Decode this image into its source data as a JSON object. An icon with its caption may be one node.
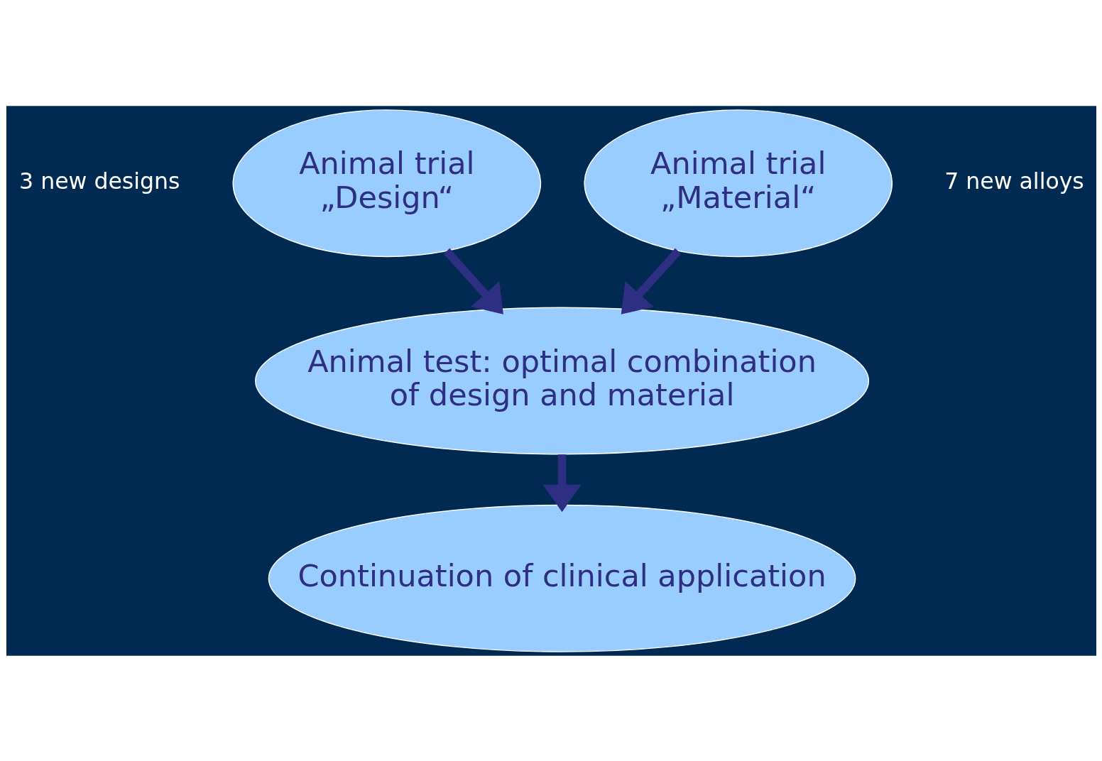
{
  "diagram": {
    "nodes": [
      {
        "text": [
          "Animal trial „Design“"
        ],
        "beside": [
          "3 new designs"
        ]
      },
      {
        "text": [
          "Animal trial „Material“"
        ],
        "beside": [
          "7 new alloys"
        ]
      },
      {
        "text": [
          "Animal test: optimal combination of design and material"
        ]
      },
      {
        "text": [
          "Continuation of clinical application"
        ]
      }
    ],
    "edges": [
      {
        "from": 0,
        "to": 2,
        "arrow": "to"
      },
      {
        "from": 1,
        "to": 2,
        "arrow": "to"
      },
      {
        "from": 2,
        "to": 3,
        "arrow": "to"
      }
    ]
  }
}
